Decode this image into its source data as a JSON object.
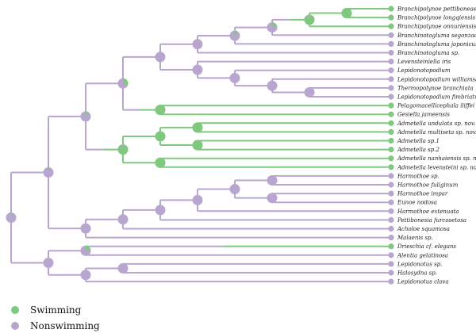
{
  "colors": {
    "swimming": "#7fc97f",
    "nonswimming": "#b8a6d0"
  },
  "legend": [
    {
      "label": "Swimming",
      "state": "S"
    },
    {
      "label": "Nonswimming",
      "state": "N"
    }
  ],
  "taxa": [
    {
      "name": "Branchipolynoe pettiboneae",
      "state": "S"
    },
    {
      "name": "Branchipolynoe longqiensis",
      "state": "S"
    },
    {
      "name": "Branchipolynoe onnuriensis",
      "state": "S"
    },
    {
      "name": "Branchinotogluma segonzaci",
      "state": "N"
    },
    {
      "name": "Branchinotogluma japonicus",
      "state": "N"
    },
    {
      "name": "Branchinotogluma sp.",
      "state": "N"
    },
    {
      "name": "Levensteiniella iris",
      "state": "N"
    },
    {
      "name": "Lepidonotopodium",
      "state": "N"
    },
    {
      "name": "Lepidonotopodium williamsae",
      "state": "N"
    },
    {
      "name": "Thermopolynoe branchiata",
      "state": "N"
    },
    {
      "name": "Lepidonotopodium fimbriatum",
      "state": "N"
    },
    {
      "name": "Pelagomacellicephala iliffei",
      "state": "S"
    },
    {
      "name": "Gesiella jameensis",
      "state": "S"
    },
    {
      "name": "Admetella undulata sp. nov.",
      "state": "S"
    },
    {
      "name": "Admetella multiseta sp. nov.",
      "state": "S"
    },
    {
      "name": "Admetella sp.1",
      "state": "S"
    },
    {
      "name": "Admetella sp.2",
      "state": "S"
    },
    {
      "name": "Admetella nanhaiensis sp. nov.",
      "state": "S"
    },
    {
      "name": "Admetella levensteini sp. nov.",
      "state": "S"
    },
    {
      "name": "Harmothoe sp.",
      "state": "N"
    },
    {
      "name": "Harmothoe fuliginum",
      "state": "N"
    },
    {
      "name": "Harmothoe impar",
      "state": "N"
    },
    {
      "name": "Eunoe nodosa",
      "state": "N"
    },
    {
      "name": "Harmothoe extenuata",
      "state": "N"
    },
    {
      "name": "Pettibonesia furcosetosa",
      "state": "N"
    },
    {
      "name": "Acholoe squamosa",
      "state": "N"
    },
    {
      "name": "Malaenis sp.",
      "state": "N"
    },
    {
      "name": "Drieschia cf. elegans",
      "state": "S"
    },
    {
      "name": "Alentia gelatinosa",
      "state": "N"
    },
    {
      "name": "Lepidonotus sp.",
      "state": "N"
    },
    {
      "name": "Halosydna sp.",
      "state": "N"
    },
    {
      "name": "Lepidonotus clava",
      "state": "N"
    }
  ],
  "tree": {
    "swim_fraction": 0.02,
    "children": [
      {
        "swim_fraction": 0.06,
        "children": [
          {
            "swim_fraction": 0.08,
            "children": [
              {
                "swim_fraction": 0.3,
                "children": [
                  {
                    "swim_fraction": 0.0,
                    "children": [
                      {
                        "swim_fraction": 0.05,
                        "children": [
                          {
                            "swim_fraction": 0.1,
                            "children": [
                              {
                                "swim_fraction": 0.2,
                                "children": [
                                  {
                                    "swim_fraction": 0.9,
                                    "children": [
                                      {
                                        "swim_fraction": 1.0,
                                        "children": [
                                          {
                                            "taxon": 0
                                          },
                                          {
                                            "taxon": 1
                                          }
                                        ]
                                      },
                                      {
                                        "taxon": 2
                                      }
                                    ]
                                  },
                                  {
                                    "taxon": 3
                                  }
                                ]
                              },
                              {
                                "taxon": 4
                              }
                            ]
                          },
                          {
                            "taxon": 5
                          }
                        ]
                      },
                      {
                        "swim_fraction": 0.0,
                        "children": [
                          {
                            "taxon": 6
                          },
                          {
                            "swim_fraction": 0.0,
                            "children": [
                              {
                                "taxon": 7
                              },
                              {
                                "swim_fraction": 0.0,
                                "children": [
                                  {
                                    "taxon": 8
                                  },
                                  {
                                    "swim_fraction": 0.0,
                                    "children": [
                                      {
                                        "taxon": 9
                                      },
                                      {
                                        "taxon": 10
                                      }
                                    ]
                                  }
                                ]
                              }
                            ]
                          }
                        ]
                      }
                    ]
                  },
                  {
                    "swim_fraction": 1.0,
                    "children": [
                      {
                        "taxon": 11
                      },
                      {
                        "taxon": 12
                      }
                    ]
                  }
                ]
              },
              {
                "swim_fraction": 0.97,
                "children": [
                  {
                    "swim_fraction": 1.0,
                    "children": [
                      {
                        "swim_fraction": 1.0,
                        "children": [
                          {
                            "taxon": 13
                          },
                          {
                            "taxon": 14
                          }
                        ]
                      },
                      {
                        "swim_fraction": 1.0,
                        "children": [
                          {
                            "taxon": 15
                          },
                          {
                            "taxon": 16
                          }
                        ]
                      }
                    ]
                  },
                  {
                    "swim_fraction": 1.0,
                    "children": [
                      {
                        "taxon": 17
                      },
                      {
                        "taxon": 18
                      }
                    ]
                  }
                ]
              }
            ]
          },
          {
            "swim_fraction": 0.0,
            "children": [
              {
                "swim_fraction": 0.0,
                "children": [
                  {
                    "swim_fraction": 0.0,
                    "children": [
                      {
                        "swim_fraction": 0.0,
                        "children": [
                          {
                            "swim_fraction": 0.0,
                            "children": [
                              {
                                "swim_fraction": 0.0,
                                "children": [
                                  {
                                    "taxon": 19
                                  },
                                  {
                                    "taxon": 20
                                  }
                                ]
                              },
                              {
                                "swim_fraction": 0.0,
                                "children": [
                                  {
                                    "taxon": 21
                                  },
                                  {
                                    "taxon": 22
                                  }
                                ]
                              }
                            ]
                          },
                          {
                            "taxon": 23
                          }
                        ]
                      },
                      {
                        "taxon": 24
                      }
                    ]
                  },
                  {
                    "taxon": 25
                  }
                ]
              },
              {
                "taxon": 26
              }
            ]
          }
        ]
      },
      {
        "swim_fraction": 0.0,
        "children": [
          {
            "swim_fraction": 0.2,
            "children": [
              {
                "taxon": 27
              },
              {
                "taxon": 28
              }
            ]
          },
          {
            "swim_fraction": 0.0,
            "children": [
              {
                "swim_fraction": 0.0,
                "children": [
                  {
                    "taxon": 29
                  },
                  {
                    "taxon": 30
                  }
                ]
              },
              {
                "taxon": 31
              }
            ]
          }
        ]
      }
    ]
  }
}
